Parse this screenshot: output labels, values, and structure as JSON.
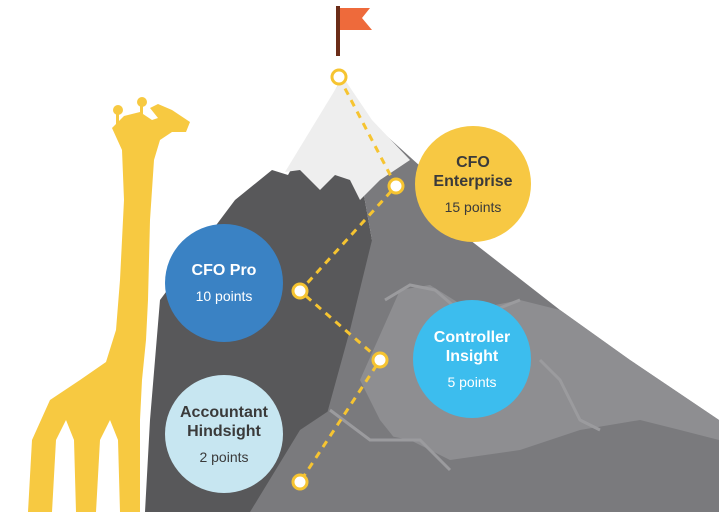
{
  "colors": {
    "mountain_dark": "#58585a",
    "mountain_mid": "#7a7a7d",
    "mountain_light": "#8e8e91",
    "snow": "#eeeeee",
    "flag": "#ee6a3b",
    "path": "#f6c431",
    "giraffe": "#f7c941",
    "background": "#ffffff"
  },
  "tiers": [
    {
      "name": "CFO\nEnterprise",
      "points": "15 points",
      "color": "#f7c843",
      "text_color": "#3a3a3a"
    },
    {
      "name": "CFO Pro",
      "points": "10 points",
      "color": "#3a82c4",
      "text_color": "#ffffff"
    },
    {
      "name": "Controller\nInsight",
      "points": "5 points",
      "color": "#3cbdee",
      "text_color": "#ffffff"
    },
    {
      "name": "Accountant\nHindsight",
      "points": "2 points",
      "color": "#c7e6f1",
      "text_color": "#3a3a3a"
    }
  ],
  "icons": {
    "flag": "summit-flag-icon",
    "giraffe": "giraffe-illustration",
    "waypoint": "waypoint-ring-icon"
  }
}
